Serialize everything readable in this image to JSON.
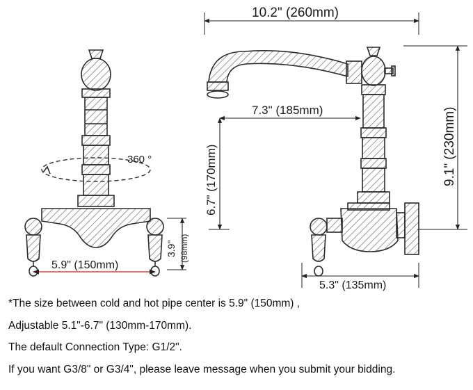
{
  "dimensions": {
    "top_width": "10.2\" (260mm)",
    "spout_reach": "7.3\" (185mm)",
    "height_left": "6.7\" (170mm)",
    "height_right": "9.1\" (230mm)",
    "pipe_center": "5.9\" (150mm)",
    "body_height_in": "3.9\"",
    "body_height_mm": "(98mm)",
    "bottom_width": "5.3\" (135mm)",
    "rotation": "360 °"
  },
  "notes": [
    "*The size between cold and hot pipe center is 5.9\" (150mm) ,",
    "Adjustable 5.1\"-6.7\" (130mm-170mm).",
    "The default Connection Type: G1/2\".",
    "If you want G3/8\" or G3/4\", please leave message when you submit your bidding."
  ],
  "colors": {
    "line": "#2a2a2a",
    "hatch": "#6e6e6e",
    "pipe_center_line": "#cc2222"
  }
}
